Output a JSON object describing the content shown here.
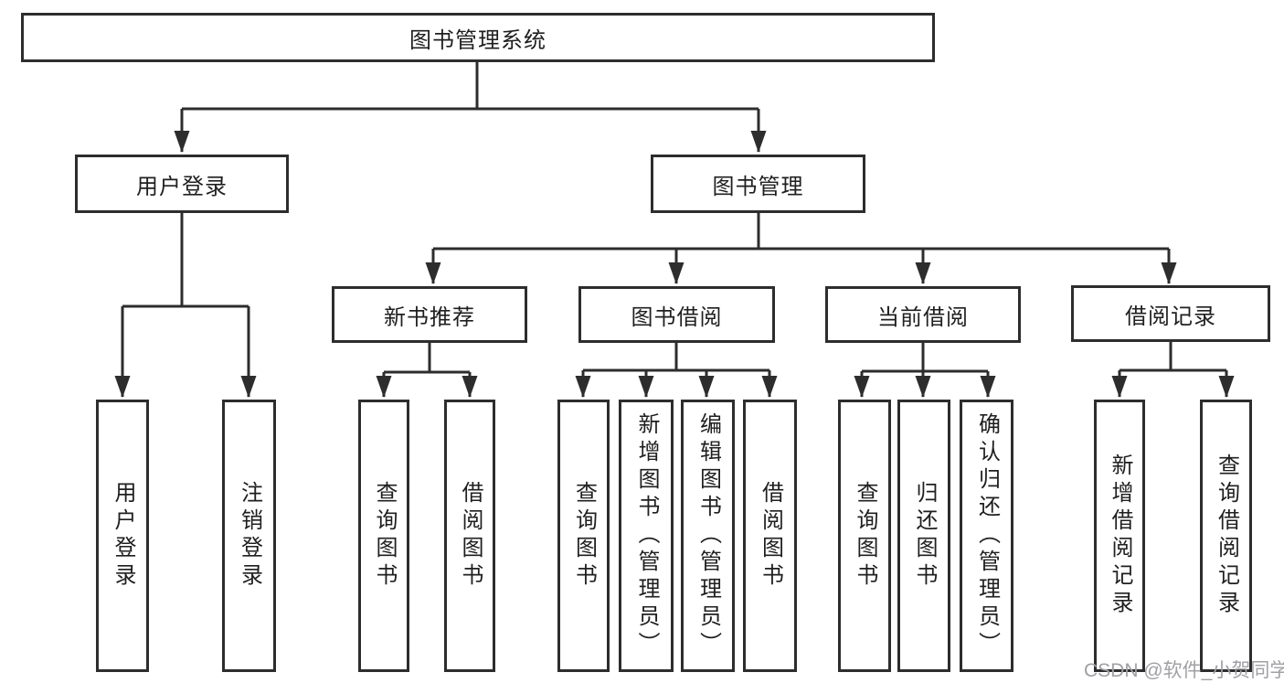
{
  "tree": {
    "root": {
      "label": "图书管理系统",
      "children": [
        {
          "label": "用户登录",
          "children": [
            {
              "label": "用户登录"
            },
            {
              "label": "注销登录"
            }
          ]
        },
        {
          "label": "图书管理",
          "children": [
            {
              "label": "新书推荐",
              "children": [
                {
                  "label": "查询图书"
                },
                {
                  "label": "借阅图书"
                }
              ]
            },
            {
              "label": "图书借阅",
              "children": [
                {
                  "label": "查询图书"
                },
                {
                  "label": "新增图书（管理员）"
                },
                {
                  "label": "编辑图书（管理员）"
                },
                {
                  "label": "借阅图书"
                }
              ]
            },
            {
              "label": "当前借阅",
              "children": [
                {
                  "label": "查询图书"
                },
                {
                  "label": "归还图书"
                },
                {
                  "label": "确认归还（管理员）"
                }
              ]
            },
            {
              "label": "借阅记录",
              "children": [
                {
                  "label": "新增借阅记录"
                },
                {
                  "label": "查询借阅记录"
                }
              ]
            }
          ]
        }
      ]
    }
  },
  "watermark": "CSDN @软件_小贺同学",
  "colors": {
    "line": "#2d2d2d",
    "box_border": "#2d2d2d",
    "box_fill": "#ffffff",
    "text": "#1f1f1f",
    "watermark": "#a0a0a5",
    "background": "#ffffff"
  }
}
